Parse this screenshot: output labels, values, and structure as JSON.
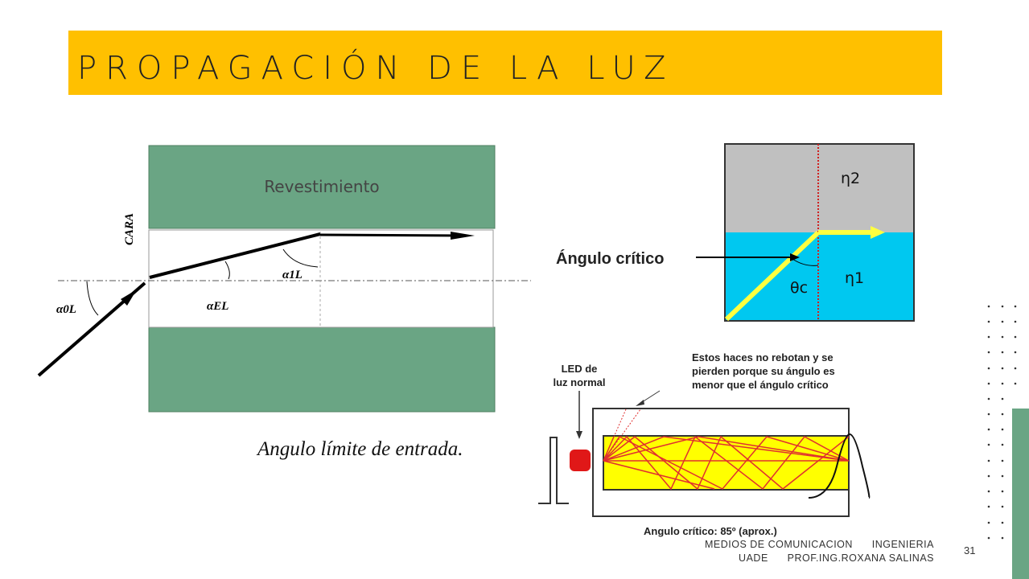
{
  "slide": {
    "title": "PROPAGACIÓN DE LA LUZ",
    "page_number": "31",
    "footer_line1": "MEDIOS DE COMUNICACION      INGENIERIA",
    "footer_line2": "UADE      PROF.ING.ROXANA SALINAS"
  },
  "fiber_diagram": {
    "cladding_label": "Revestimiento",
    "face_label": "CARA",
    "angle_a0l": "α0L",
    "angle_ael": "αEL",
    "angle_a1l": "α1L",
    "caption": "Angulo límite de entrada."
  },
  "critical_angle_diagram": {
    "label": "Ángulo crítico",
    "n2": "η2",
    "n1": "η1",
    "theta_c": "θc"
  },
  "led_diagram": {
    "led_label_line1": "LED de",
    "led_label_line2": "luz normal",
    "note_line1": "Estos haces no rebotan y se",
    "note_line2": "pierden porque su ángulo es",
    "note_line3": "menor que el ángulo crítico",
    "critical_caption": "Angulo crítico: 85º (aprox.)"
  },
  "colors": {
    "title_bar": "#ffc000",
    "cladding": "#6aa584",
    "core_yellow": "#ffff00",
    "water": "#00c8f0",
    "ray": "#e02020"
  }
}
